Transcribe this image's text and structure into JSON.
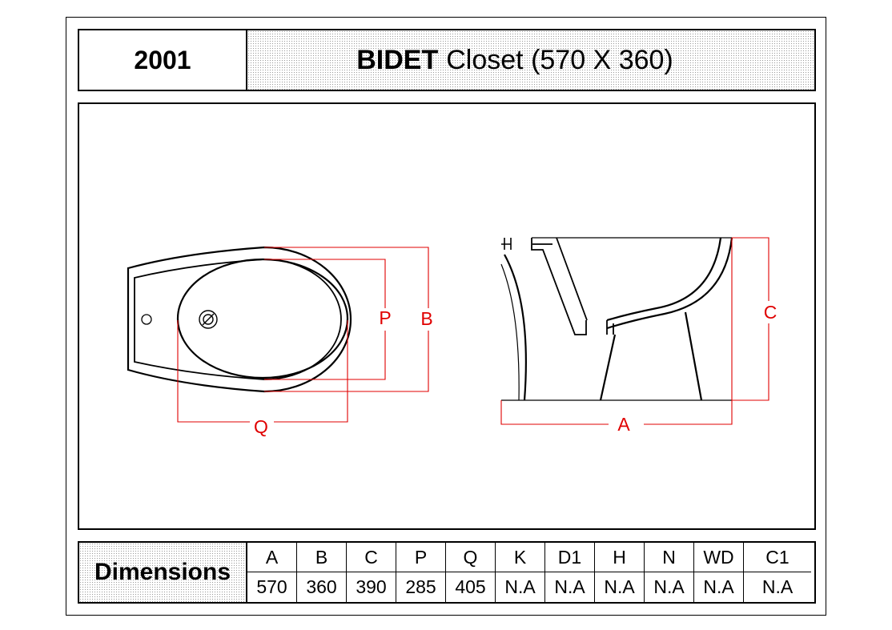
{
  "header": {
    "code": "2001",
    "title_bold": "BIDET",
    "title_rest": "Closet (570 X 360)"
  },
  "drawing": {
    "labels": {
      "p": "P",
      "b": "B",
      "q": "Q",
      "c": "C",
      "a": "A"
    },
    "dimension_color": "#e00000"
  },
  "dimensions": {
    "label": "Dimensions",
    "columns": [
      "A",
      "B",
      "C",
      "P",
      "Q",
      "K",
      "D1",
      "H",
      "N",
      "WD",
      "C1"
    ],
    "values": [
      "570",
      "360",
      "390",
      "285",
      "405",
      "N.A",
      "N.A",
      "N.A",
      "N.A",
      "N.A",
      "N.A"
    ]
  }
}
